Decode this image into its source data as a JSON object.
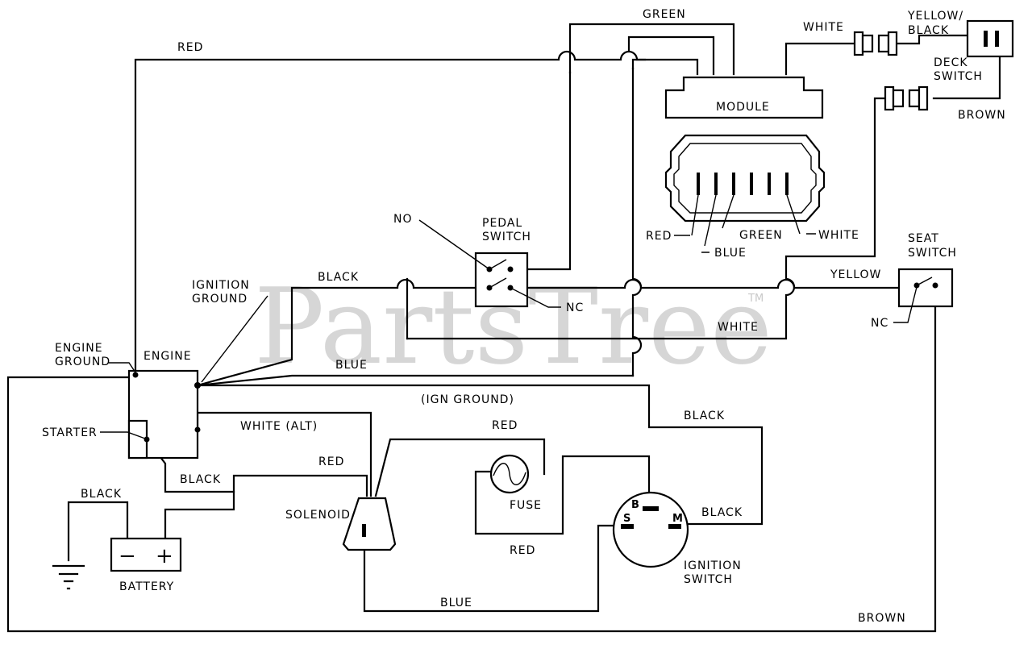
{
  "watermark": {
    "text": "PartsTree",
    "trademark": "TM"
  },
  "labels": {
    "red_top": "RED",
    "green_top": "GREEN",
    "white_top": "WHITE",
    "yellow_black_1": "YELLOW/",
    "yellow_black_2": "BLACK",
    "deck_switch_1": "DECK",
    "deck_switch_2": "SWITCH",
    "brown_top": "BROWN",
    "module": "MODULE",
    "conn_red": "RED",
    "conn_green": "GREEN",
    "conn_white": "WHITE",
    "conn_blue": "BLUE",
    "no": "NO",
    "pedal_switch_1": "PEDAL",
    "pedal_switch_2": "SWITCH",
    "nc_pedal": "NC",
    "black_mid": "BLACK",
    "ignition_ground_1": "IGNITION",
    "ignition_ground_2": "GROUND",
    "yellow": "YELLOW",
    "seat_switch_1": "SEAT",
    "seat_switch_2": "SWITCH",
    "nc_seat": "NC",
    "white_mid": "WHITE",
    "engine_ground_1": "ENGINE",
    "engine_ground_2": "GROUND",
    "engine": "ENGINE",
    "blue_mid": "BLUE",
    "ign_ground": "(IGN GROUND)",
    "black_right": "BLACK",
    "starter": "STARTER",
    "white_alt": "WHITE (ALT)",
    "red_fuse": "RED",
    "red_solenoid": "RED",
    "black_starter": "BLACK",
    "black_battery": "BLACK",
    "solenoid": "SOLENOID",
    "fuse": "FUSE",
    "red_low": "RED",
    "black_ign": "BLACK",
    "battery": "BATTERY",
    "batt_minus": "−",
    "batt_plus": "+",
    "ignition_switch_1": "IGNITION",
    "ignition_switch_2": "SWITCH",
    "term_b": "B",
    "term_s": "S",
    "term_m": "M",
    "blue_low": "BLUE",
    "brown_low": "BROWN"
  }
}
